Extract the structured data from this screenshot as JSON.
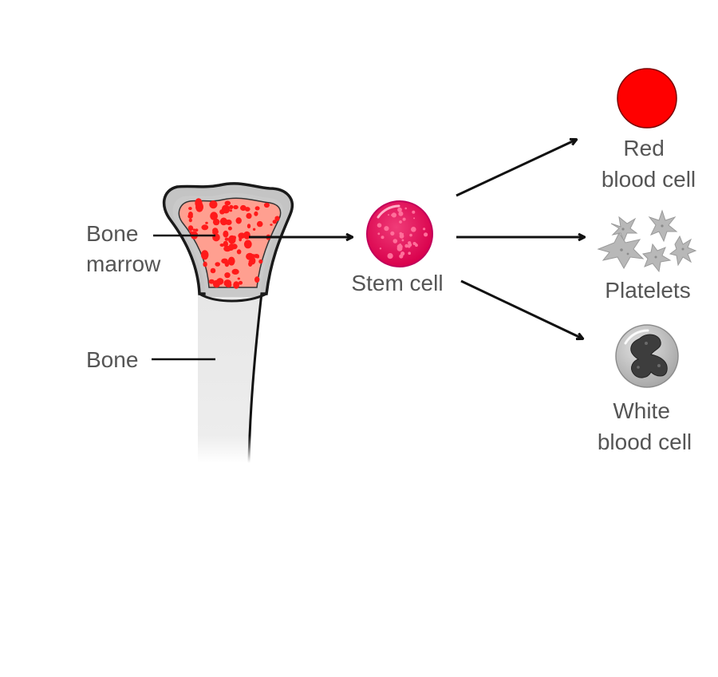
{
  "labels": {
    "bone_marrow": [
      "Bone",
      "marrow"
    ],
    "bone": "Bone",
    "stem_cell": "Stem cell",
    "red_blood_cell": [
      "Red",
      "blood cell"
    ],
    "platelets": "Platelets",
    "white_blood_cell": [
      "White",
      "blood cell"
    ]
  },
  "colors": {
    "red_blood_cell": "#ff0000",
    "marrow_fill": "#ff9f90",
    "marrow_spots": "#ff1a1a",
    "stem_cell": "#e8145a",
    "bone_shaft": "#e6e6e6",
    "platelet": "#b8b8b8",
    "white_cell": "#c8c8c8",
    "nucleus": "#3d3d3d",
    "label_text": "#555555"
  }
}
